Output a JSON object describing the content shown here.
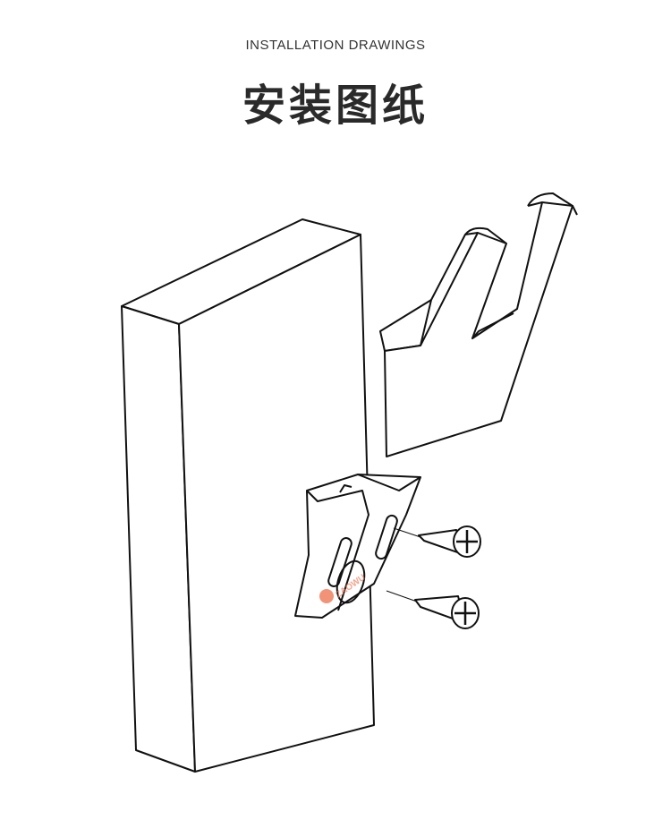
{
  "header": {
    "subtitle": "INSTALLATION DRAWINGS",
    "title": "安装图纸"
  },
  "diagram": {
    "logo_text": "ZAOWU",
    "accent_color": "#f08060",
    "line_color": "#111111"
  }
}
